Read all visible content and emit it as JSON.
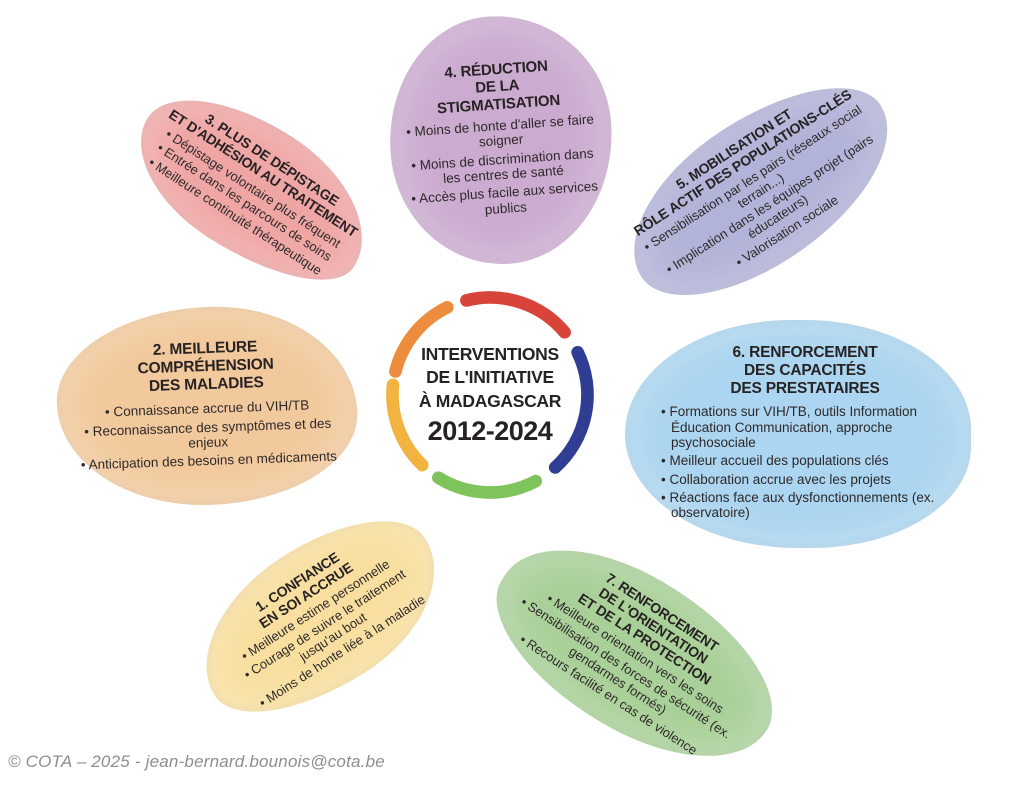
{
  "center": {
    "title_lines": [
      "INTERVENTIONS",
      "DE L'INITIATIVE",
      "À MADAGASCAR"
    ],
    "years": "2012-2024",
    "arcs": [
      {
        "name": "arc-red",
        "color": "#D8443A"
      },
      {
        "name": "arc-blue",
        "color": "#2F3D93"
      },
      {
        "name": "arc-green",
        "color": "#7FC35C"
      },
      {
        "name": "arc-yellow",
        "color": "#F2B440"
      },
      {
        "name": "arc-orange",
        "color": "#EE8C3E"
      }
    ]
  },
  "petals": [
    {
      "number": 1,
      "color": "#F8DF9F",
      "title_lines": [
        "1. CONFIANCE",
        "EN SOI ACCRUE",
        ""
      ],
      "bullets": [
        "Meilleure estime personnelle",
        "Courage de suivre le traitement jusqu'au bout",
        "Moins de honte liée à la maladie",
        ""
      ]
    },
    {
      "number": 2,
      "color": "#F2C99C",
      "title_lines": [
        "2. MEILLEURE",
        "COMPRÉHENSION",
        "DES MALADIES"
      ],
      "bullets": [
        "Connaissance accrue du VIH/TB",
        "Reconnaissance des symptômes et des enjeux",
        "Anticipation des besoins en médicaments",
        ""
      ]
    },
    {
      "number": 3,
      "color": "#EFA5A4",
      "title_lines": [
        "3. PLUS DE DÉPISTAGE",
        "ET D'ADHÉSION AU TRAITEMENT",
        ""
      ],
      "bullets": [
        "Dépistage volontaire plus fréquent",
        "Entrée dans les parcours de soins",
        "Meilleure continuité thérapeutique",
        ""
      ]
    },
    {
      "number": 4,
      "color": "#CBACD0",
      "title_lines": [
        "4. RÉDUCTION",
        "DE LA",
        "STIGMATISATION"
      ],
      "bullets": [
        "Moins de honte d'aller se faire soigner",
        "Moins de discrimination dans les centres de santé",
        "Accès plus facile aux services publics",
        ""
      ]
    },
    {
      "number": 5,
      "color": "#B2B3D8",
      "title_lines": [
        "5. MOBILISATION ET",
        "RÔLE ACTIF DES POPULATIONS-CLÉS",
        ""
      ],
      "bullets": [
        "Sensibilisation par les pairs (réseaux social terrain...)",
        "Implication dans les équipes projet (pairs éducateurs)",
        "Valorisation sociale",
        ""
      ]
    },
    {
      "number": 6,
      "color": "#ABD5F0",
      "title_lines": [
        "6. RENFORCEMENT",
        "DES CAPACITÉS",
        "DES PRESTATAIRES"
      ],
      "bullets": [
        "Formations sur VIH/TB, outils Information Éducation Communication, approche psychosociale",
        "Meilleur accueil des populations clés",
        "Collaboration accrue avec les projets",
        "Réactions face aux dysfonctionnements (ex. observatoire)"
      ]
    },
    {
      "number": 7,
      "color": "#A9D098",
      "title_lines": [
        "7. RENFORCEMENT",
        "DE L'ORIENTATION",
        "ET DE LA PROTECTION"
      ],
      "bullets": [
        "Meilleure orientation vers les soins",
        "Sensibilisation des forces de sécurité (ex. gendarmes formés)",
        "Recours facilité en cas de violence",
        ""
      ]
    }
  ],
  "footer": {
    "credit": "© COTA – 2025 - jean-bernard.bounois@cota.be"
  }
}
